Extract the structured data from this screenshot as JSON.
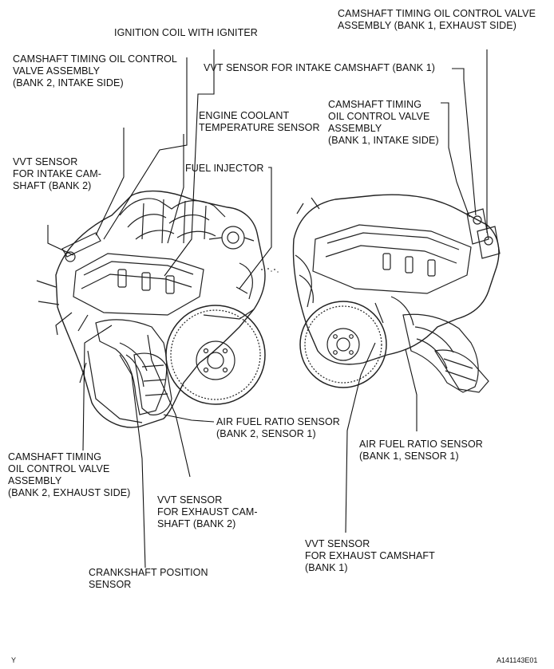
{
  "labels": {
    "ignition_coil": "IGNITION COIL WITH IGNITER",
    "ocv_bank2_intake": "CAMSHAFT TIMING OIL CONTROL\nVALVE ASSEMBLY\n(BANK 2, INTAKE SIDE)",
    "vvt_intake_bank2": "VVT SENSOR\nFOR INTAKE CAM-\nSHAFT (BANK 2)",
    "coolant_temp": "ENGINE COOLANT\nTEMPERATURE SENSOR",
    "fuel_injector": "FUEL INJECTOR",
    "ocv_bank1_exhaust": "CAMSHAFT TIMING OIL CONTROL VALVE\nASSEMBLY (BANK 1, EXHAUST SIDE)",
    "vvt_intake_bank1": "VVT SENSOR FOR INTAKE CAMSHAFT (BANK 1)",
    "ocv_bank1_intake": "CAMSHAFT TIMING\nOIL CONTROL VALVE\nASSEMBLY\n(BANK 1, INTAKE SIDE)",
    "af_sensor_bank2": "AIR FUEL RATIO SENSOR\n(BANK 2, SENSOR 1)",
    "af_sensor_bank1": "AIR FUEL RATIO SENSOR\n(BANK 1, SENSOR 1)",
    "ocv_bank2_exhaust": "CAMSHAFT TIMING\nOIL CONTROL VALVE\nASSEMBLY\n(BANK 2, EXHAUST SIDE)",
    "vvt_exhaust_bank2": "VVT SENSOR\nFOR EXHAUST CAM-\nSHAFT (BANK 2)",
    "vvt_exhaust_bank1": "VVT SENSOR\nFOR EXHAUST CAMSHAFT\n(BANK 1)",
    "crank_position": "CRANKSHAFT POSITION\nSENSOR"
  },
  "corner": {
    "left_mark": "Y",
    "figure_id": "A141143E01"
  }
}
